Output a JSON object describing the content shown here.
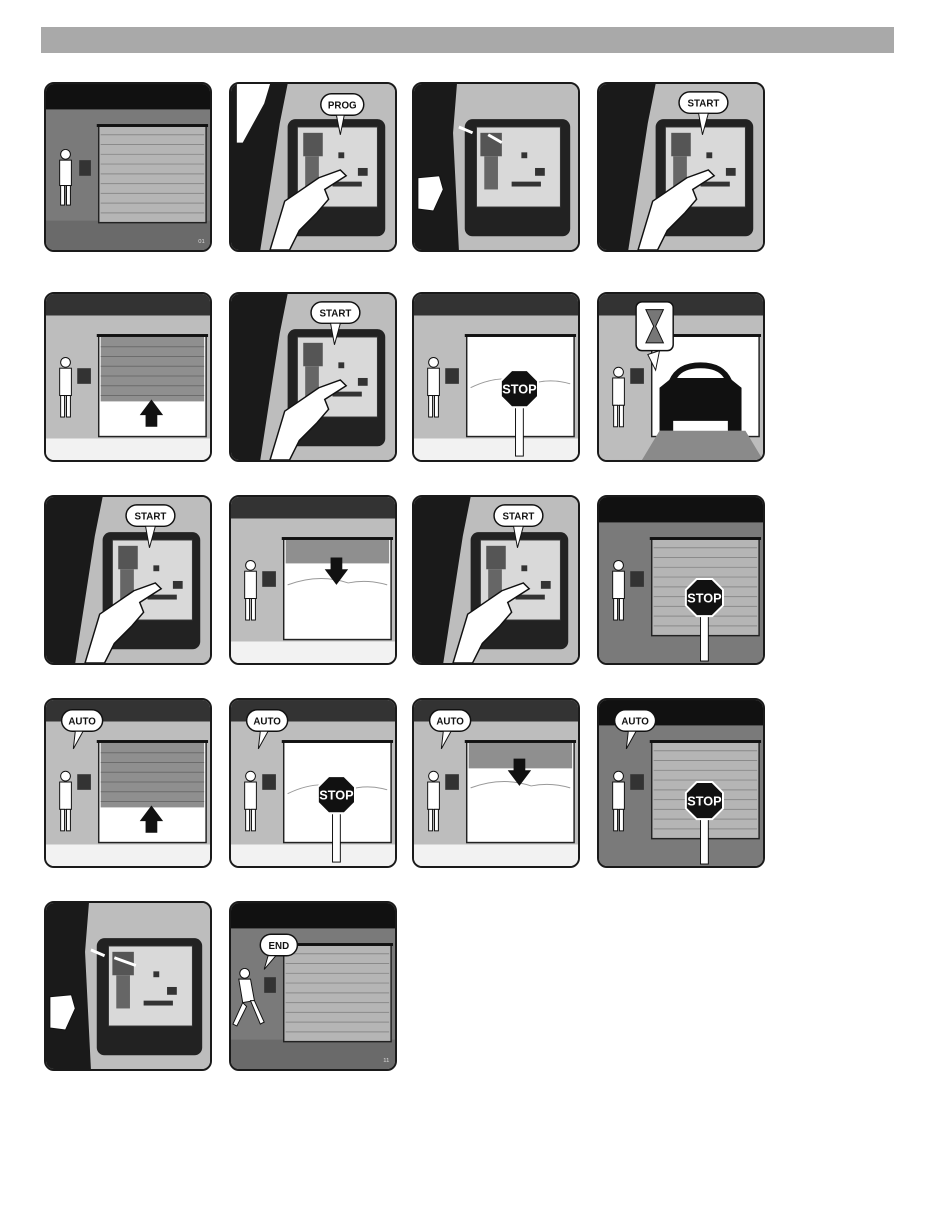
{
  "page": {
    "header_bar": ""
  },
  "labels": {
    "prog": "PROG",
    "start": "START",
    "stop": "STOP",
    "auto": "AUTO",
    "end": "END",
    "corner_first": "01",
    "corner_last": "11"
  },
  "panels": [
    {
      "scene": "gate-closed-dark"
    },
    {
      "scene": "press-button"
    },
    {
      "scene": "board-led-on"
    },
    {
      "scene": "press-button"
    },
    {
      "scene": "gate-opening"
    },
    {
      "scene": "press-button"
    },
    {
      "scene": "gate-open-stop"
    },
    {
      "scene": "car-wait"
    },
    {
      "scene": "press-button"
    },
    {
      "scene": "gate-closing"
    },
    {
      "scene": "press-button"
    },
    {
      "scene": "gate-closed-stop"
    },
    {
      "scene": "gate-opening"
    },
    {
      "scene": "gate-open-stop"
    },
    {
      "scene": "gate-closing"
    },
    {
      "scene": "gate-closed-stop"
    },
    {
      "scene": "board-led-on"
    },
    {
      "scene": "gate-closed-end"
    }
  ]
}
